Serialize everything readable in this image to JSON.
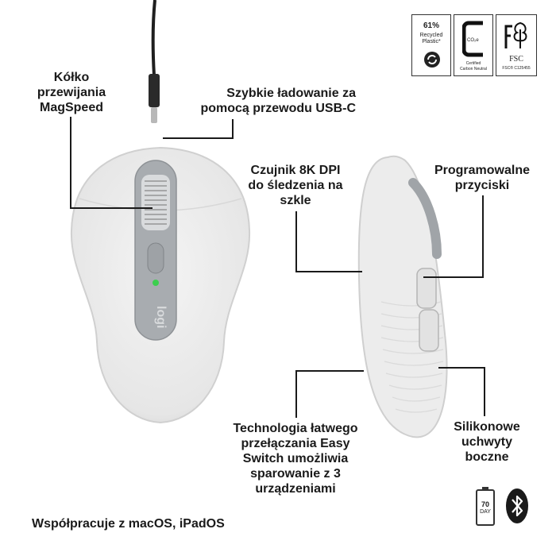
{
  "labels": {
    "scroll_wheel": [
      "Kółko",
      "przewijania",
      "MagSpeed"
    ],
    "charging": [
      "Szybkie ładowanie za",
      "pomocą przewodu USB-C"
    ],
    "sensor": [
      "Czujnik 8K DPI",
      "do śledzenia na",
      "szkle"
    ],
    "buttons": [
      "Programowalne",
      "przyciski"
    ],
    "easy_switch": [
      "Technologia łatwego",
      "przełączania Easy",
      "Switch umożliwia",
      "sparowanie z 3",
      "urządzeniami"
    ],
    "grips": [
      "Silikonowe",
      "uchwyty",
      "boczne"
    ],
    "compat": "Współpracuje z macOS, iPadOS"
  },
  "badges": {
    "recycled": {
      "percent": "61%",
      "line1": "Recycled",
      "line2": "Plastic*"
    },
    "carbon": {
      "co2": "CO₂e",
      "line1": "Certified",
      "line2": "Carbon Neutral"
    },
    "fsc": {
      "name": "FSC",
      "code": "FSC® C125455"
    }
  },
  "battery": {
    "days": "70",
    "unit": "DAY"
  },
  "colors": {
    "mouse": "#ededed",
    "mouse_edge": "#d9d9d9",
    "center_panel": "#a9adb1",
    "led": "#3ccf4e"
  }
}
